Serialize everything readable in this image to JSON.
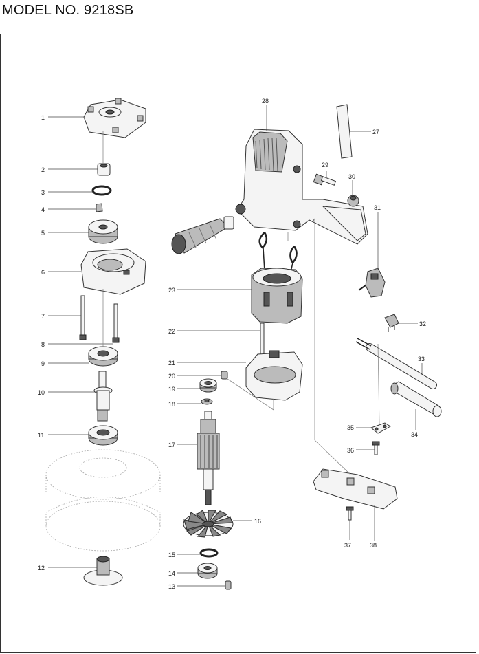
{
  "header": {
    "model": "MODEL NO. 9218SB"
  },
  "parts": [
    {
      "n": "1"
    },
    {
      "n": "2"
    },
    {
      "n": "3"
    },
    {
      "n": "4"
    },
    {
      "n": "5"
    },
    {
      "n": "6"
    },
    {
      "n": "7"
    },
    {
      "n": "8"
    },
    {
      "n": "9"
    },
    {
      "n": "10"
    },
    {
      "n": "11"
    },
    {
      "n": "12"
    },
    {
      "n": "13"
    },
    {
      "n": "14"
    },
    {
      "n": "15"
    },
    {
      "n": "16"
    },
    {
      "n": "17"
    },
    {
      "n": "18"
    },
    {
      "n": "19"
    },
    {
      "n": "20"
    },
    {
      "n": "21"
    },
    {
      "n": "22"
    },
    {
      "n": "23"
    },
    {
      "n": "27"
    },
    {
      "n": "28"
    },
    {
      "n": "29"
    },
    {
      "n": "30"
    },
    {
      "n": "31"
    },
    {
      "n": "32"
    },
    {
      "n": "33"
    },
    {
      "n": "34"
    },
    {
      "n": "35"
    },
    {
      "n": "36"
    },
    {
      "n": "37"
    },
    {
      "n": "38"
    }
  ]
}
